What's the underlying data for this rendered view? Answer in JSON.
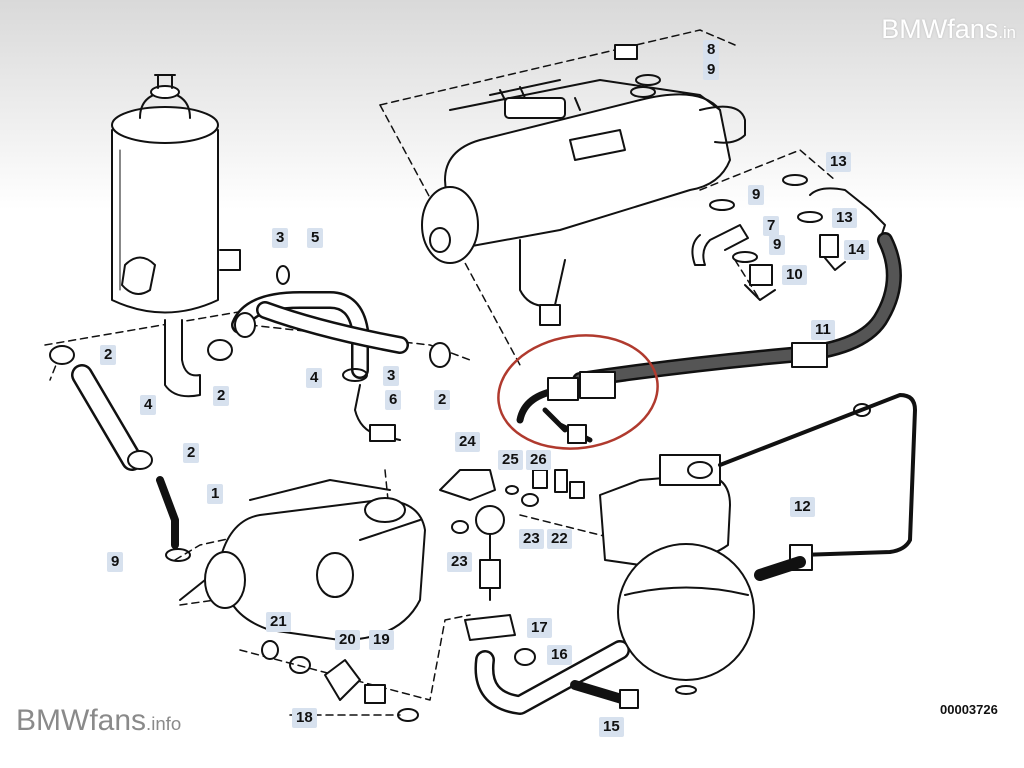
{
  "watermark": {
    "brand": "BMWfans",
    "suffix_top": ".in",
    "suffix_bottom": ".info"
  },
  "diagram_code": "00003726",
  "highlight_color": "#b03a2e",
  "parts": [
    {
      "id": "p8",
      "label": "8"
    },
    {
      "id": "p9a",
      "label": "9"
    },
    {
      "id": "p13a",
      "label": "13"
    },
    {
      "id": "p9b",
      "label": "9"
    },
    {
      "id": "p13b",
      "label": "13"
    },
    {
      "id": "p7",
      "label": "7"
    },
    {
      "id": "p9c",
      "label": "9"
    },
    {
      "id": "p14",
      "label": "14"
    },
    {
      "id": "p10",
      "label": "10"
    },
    {
      "id": "p3a",
      "label": "3"
    },
    {
      "id": "p5",
      "label": "5"
    },
    {
      "id": "p11",
      "label": "11"
    },
    {
      "id": "p2a",
      "label": "2"
    },
    {
      "id": "p2b",
      "label": "2"
    },
    {
      "id": "p4a",
      "label": "4"
    },
    {
      "id": "p3b",
      "label": "3"
    },
    {
      "id": "p2c",
      "label": "2"
    },
    {
      "id": "p4b",
      "label": "4"
    },
    {
      "id": "p6",
      "label": "6"
    },
    {
      "id": "p2d",
      "label": "2"
    },
    {
      "id": "p24",
      "label": "24"
    },
    {
      "id": "p25",
      "label": "25"
    },
    {
      "id": "p26",
      "label": "26"
    },
    {
      "id": "p1",
      "label": "1"
    },
    {
      "id": "p12",
      "label": "12"
    },
    {
      "id": "p23a",
      "label": "23"
    },
    {
      "id": "p22",
      "label": "22"
    },
    {
      "id": "p9d",
      "label": "9"
    },
    {
      "id": "p23b",
      "label": "23"
    },
    {
      "id": "p21",
      "label": "21"
    },
    {
      "id": "p20",
      "label": "20"
    },
    {
      "id": "p19",
      "label": "19"
    },
    {
      "id": "p17",
      "label": "17"
    },
    {
      "id": "p16",
      "label": "16"
    },
    {
      "id": "p18",
      "label": "18"
    },
    {
      "id": "p15",
      "label": "15"
    }
  ]
}
